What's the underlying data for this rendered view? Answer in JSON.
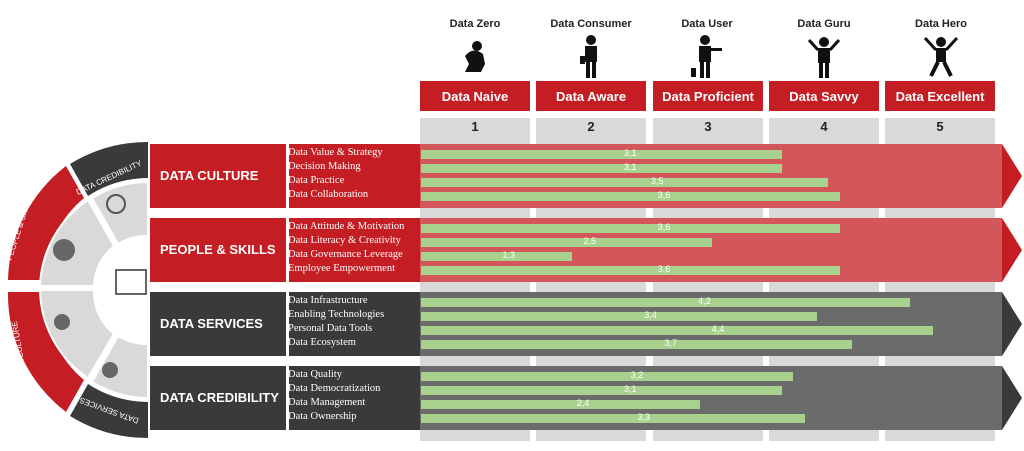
{
  "personas": [
    "Data Zero",
    "Data Consumer",
    "Data User",
    "Data Guru",
    "Data Hero"
  ],
  "levels": [
    {
      "label": "Data Naive",
      "number": "1"
    },
    {
      "label": "Data Aware",
      "number": "2"
    },
    {
      "label": "Data Proficient",
      "number": "3"
    },
    {
      "label": "Data Savvy",
      "number": "4"
    },
    {
      "label": "Data Excellent",
      "number": "5"
    }
  ],
  "wheel": {
    "segments": [
      "DATA CREDIBILITY",
      "PEOPLE & SKILLS",
      "DATA CULTURE",
      "DATA SERVICES"
    ]
  },
  "colors": {
    "red": "#c41e24",
    "dark": "#3a3a3a",
    "bar": "#a9d18e",
    "grey": "#d9d9d9"
  },
  "chart_data": {
    "type": "bar",
    "orientation": "horizontal",
    "xlim": [
      0,
      5
    ],
    "groups": [
      {
        "name": "DATA CULTURE",
        "color": "red",
        "items": [
          {
            "label": "Data Value & Strategy",
            "value": 3.1,
            "value_text": "3,1"
          },
          {
            "label": "Decision Making",
            "value": 3.1,
            "value_text": "3,1"
          },
          {
            "label": "Data Practice",
            "value": 3.5,
            "value_text": "3,5"
          },
          {
            "label": "Data Collaboration",
            "value": 3.6,
            "value_text": "3,6"
          }
        ]
      },
      {
        "name": "PEOPLE & SKILLS",
        "color": "red",
        "items": [
          {
            "label": "Data Attitude & Motivation",
            "value": 3.6,
            "value_text": "3,6"
          },
          {
            "label": "Data Literacy & Creativity",
            "value": 2.5,
            "value_text": "2,5"
          },
          {
            "label": "Data Governance Leverage",
            "value": 1.3,
            "value_text": "1,3"
          },
          {
            "label": "Employee Empowerment",
            "value": 3.6,
            "value_text": "3,6"
          }
        ]
      },
      {
        "name": "DATA SERVICES",
        "color": "dark",
        "items": [
          {
            "label": "Data Infrastructure",
            "value": 4.2,
            "value_text": "4,2"
          },
          {
            "label": "Enabling Technologies",
            "value": 3.4,
            "value_text": "3,4"
          },
          {
            "label": "Personal Data Tools",
            "value": 4.4,
            "value_text": "4,4"
          },
          {
            "label": "Data Ecosystem",
            "value": 3.7,
            "value_text": "3,7"
          }
        ]
      },
      {
        "name": "DATA CREDIBILITY",
        "color": "dark",
        "items": [
          {
            "label": "Data Quality",
            "value": 3.2,
            "value_text": "3,2"
          },
          {
            "label": "Data Democratization",
            "value": 3.1,
            "value_text": "3,1"
          },
          {
            "label": "Data Management",
            "value": 2.4,
            "value_text": "2,4"
          },
          {
            "label": "Data Ownership",
            "value": 3.3,
            "value_text": "3,3"
          }
        ]
      }
    ]
  }
}
